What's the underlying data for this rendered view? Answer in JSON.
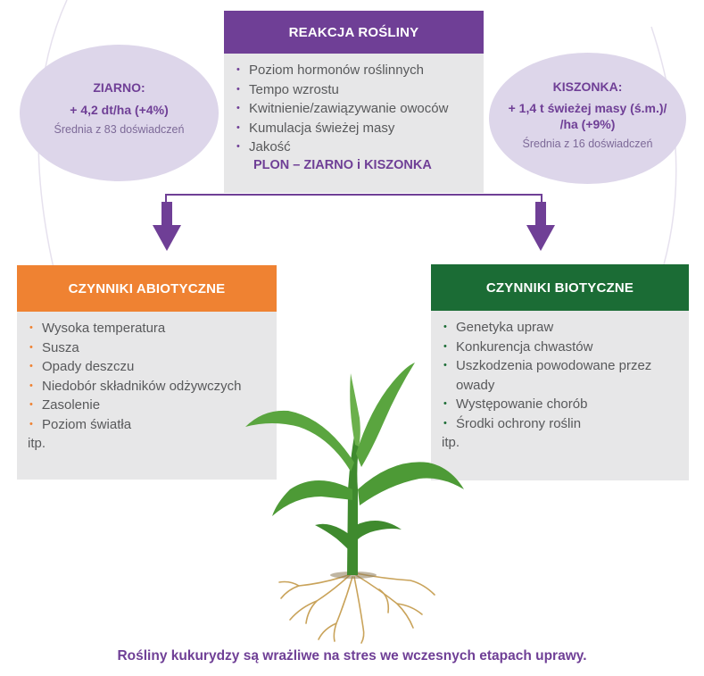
{
  "center": {
    "title": "REAKCJA ROŚLINY",
    "items": [
      "Poziom hormonów roślinnych",
      "Tempo wzrostu",
      "Kwitnienie/zawiązywanie owoców",
      "Kumulacja świeżej masy",
      "Jakość"
    ],
    "yield": "PLON – ZIARNO i KISZONKA"
  },
  "left_ellipse": {
    "title": "ZIARNO:",
    "value": "+ 4,2 dt/ha (+4%)",
    "note": "Średnia z 83 doświadczeń"
  },
  "right_ellipse": {
    "title": "KISZONKA:",
    "value_line1": "+ 1,4 t świeżej masy (ś.m.)/",
    "value_line2": "/ha (+9%)",
    "note": "Średnia z 16 doświadczeń"
  },
  "abiotic": {
    "title": "CZYNNIKI ABIOTYCZNE",
    "items": [
      "Wysoka temperatura",
      "Susza",
      "Opady deszczu",
      "Niedobór składników odżywczych",
      "Zasolenie",
      "Poziom światła"
    ],
    "etc": "itp."
  },
  "biotic": {
    "title": "CZYNNIKI BIOTYCZNE",
    "items": [
      "Genetyka upraw",
      "Konkurencja chwastów",
      "Uszkodzenia powodowane przez owady",
      "Występowanie chorób",
      "Środki ochrony roślin"
    ],
    "etc": "itp."
  },
  "caption": "Rośliny kukurydzy są wrażliwe na stres we wczesnych etapach uprawy.",
  "colors": {
    "purple": "#6f3f96",
    "orange": "#ef8232",
    "green": "#1b6c35",
    "box_bg": "#e7e7e8",
    "ellipse_bg": "#ddd6ea"
  }
}
